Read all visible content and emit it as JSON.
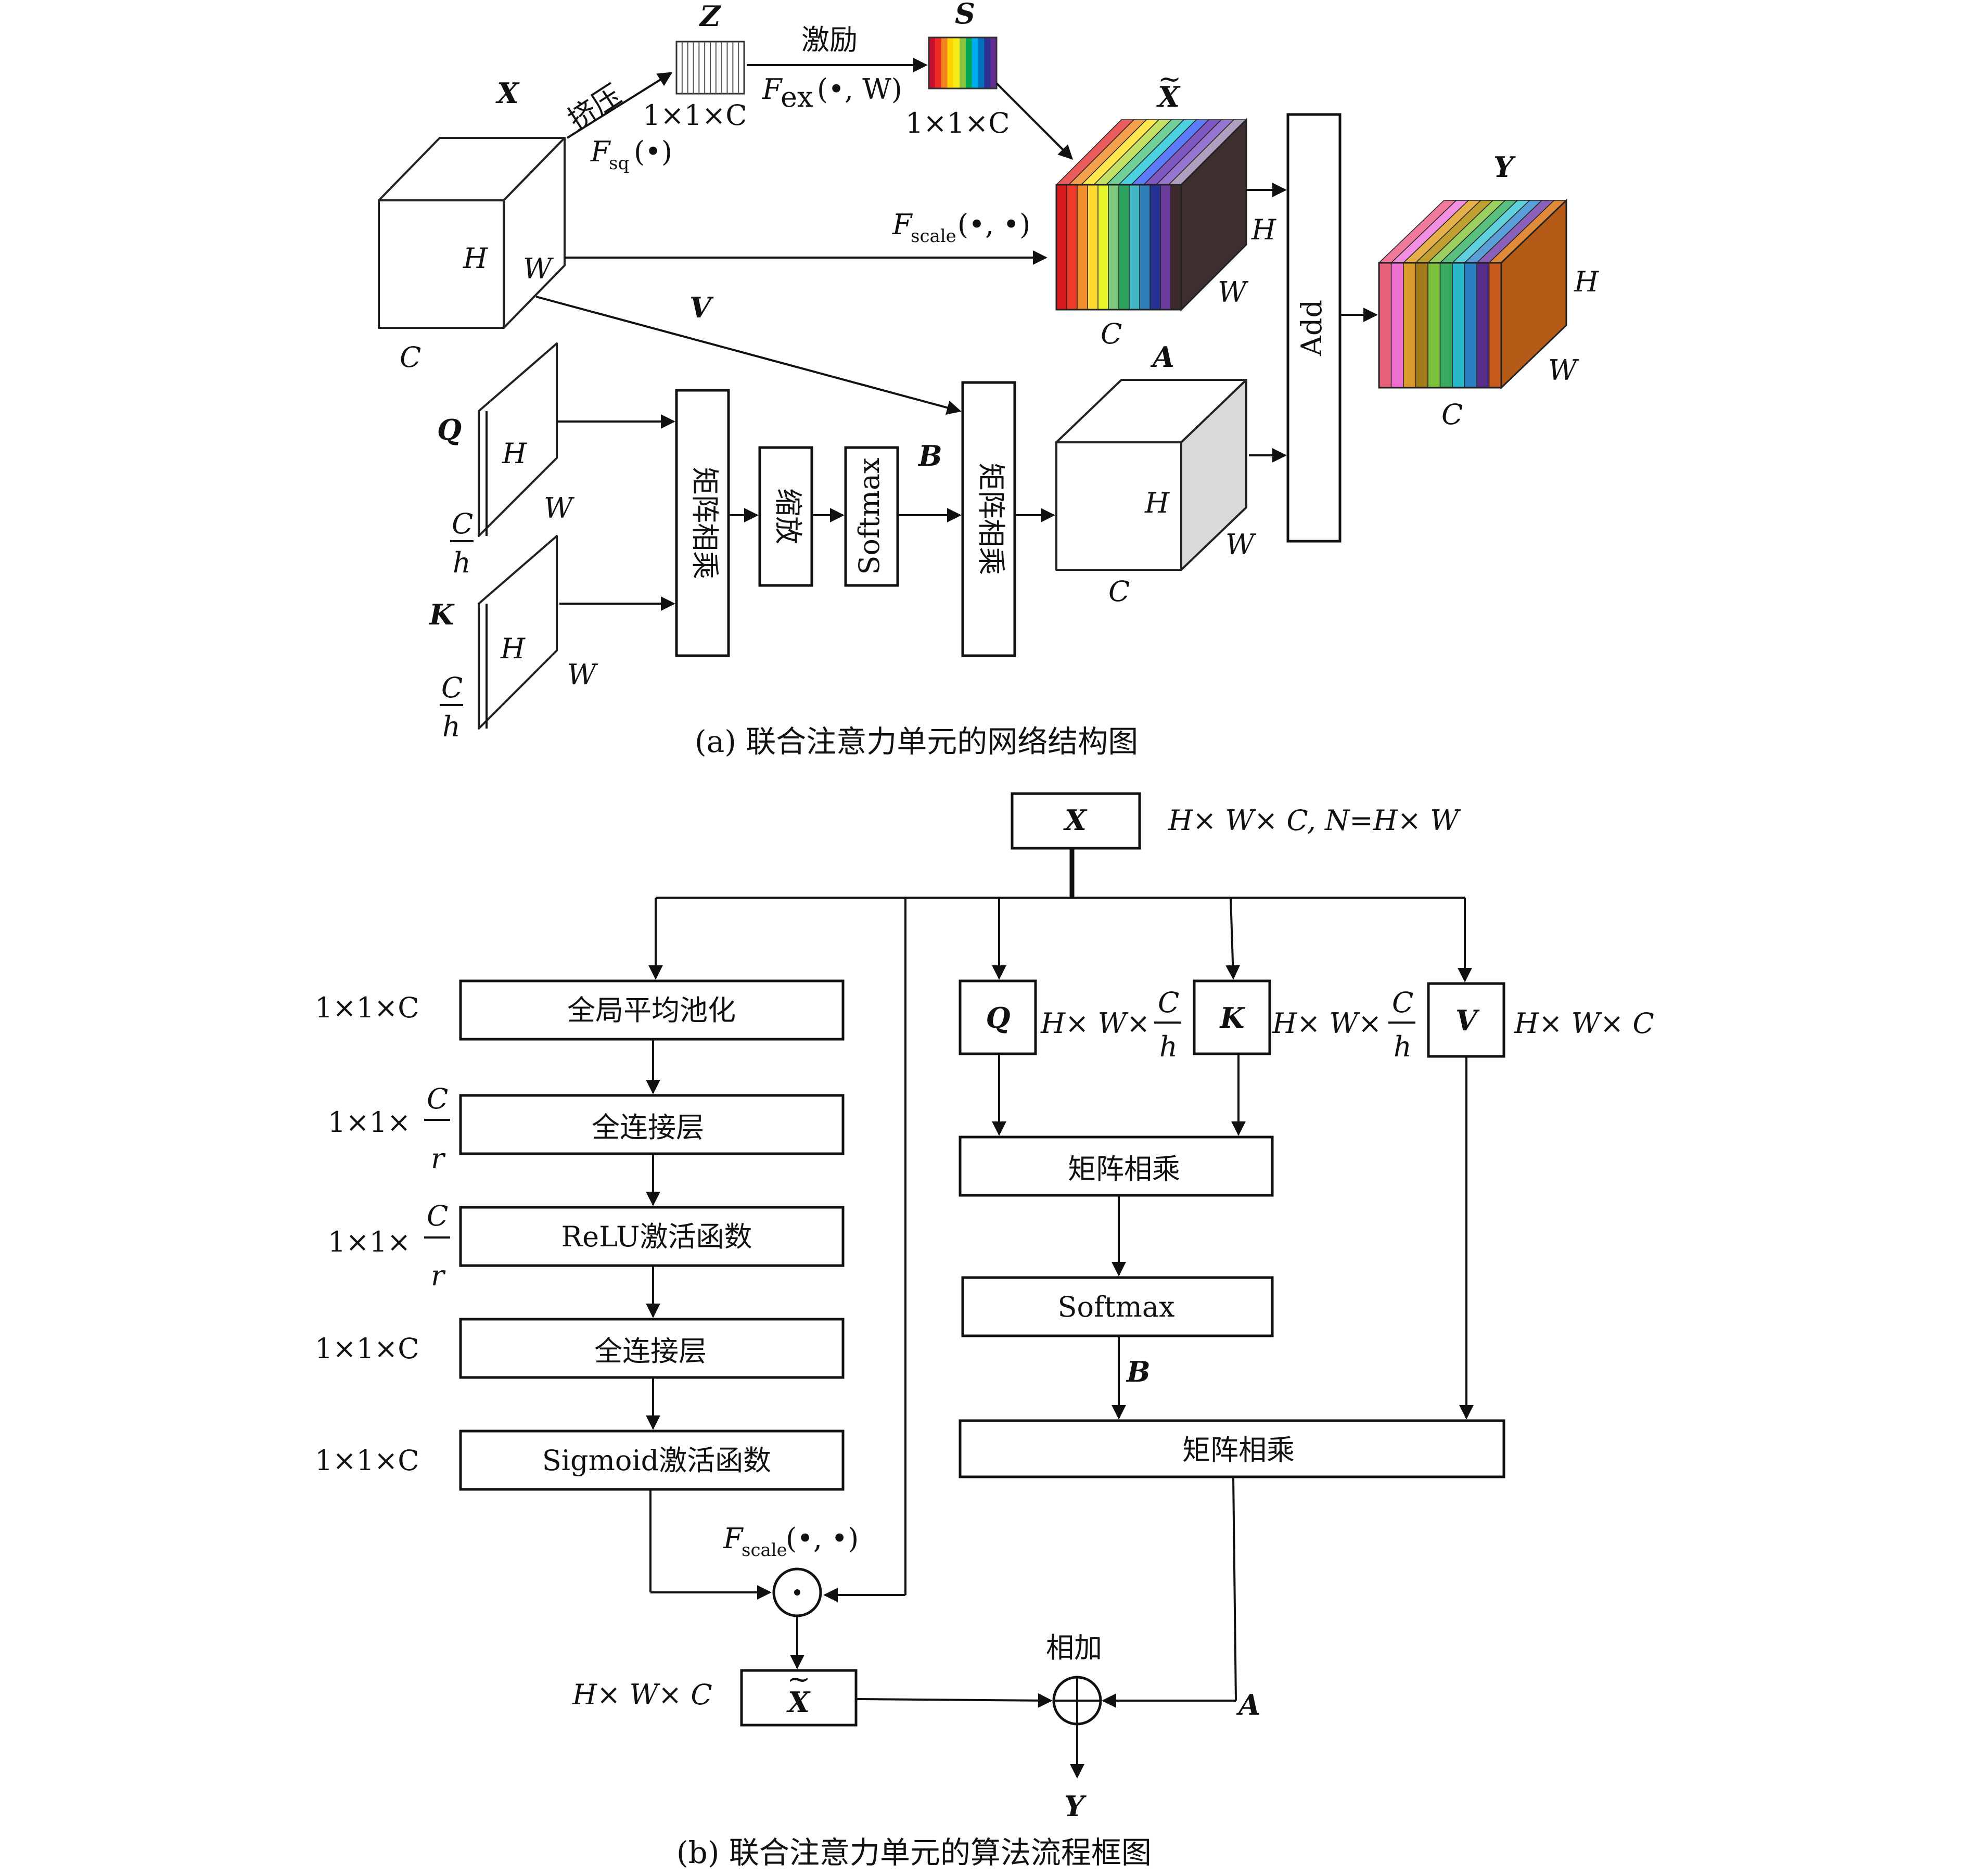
{
  "panel_a": {
    "caption": "(a) 联合注意力单元的网络结构图",
    "x_label": "X",
    "z_label": "Z",
    "s_label": "S",
    "xtilde_label": "X",
    "y_label": "Y",
    "v_label": "V",
    "a_label": "A",
    "b_label": "B",
    "q_label": "Q",
    "k_label": "K",
    "squeeze_label": "挤压",
    "excite_label": "激励",
    "f_letter": "F",
    "fsq_sub": "sq",
    "fsq_arg": "(•)",
    "fex_sub": "ex",
    "fex_arg": "(•, W)",
    "fscale_sub": "scale",
    "fscale_arg": "(•, •)",
    "z_dims": "1×1×C",
    "s_dims": "1×1×C",
    "dim_h": "H",
    "dim_w": "W",
    "dim_c": "C",
    "frac_num": "C",
    "frac_den": "h",
    "matmul1_label": "矩阵相乘",
    "scale_label": "缩放",
    "softmax_label": "Softmax",
    "matmul2_label": "矩阵相乘",
    "add_label": "Add",
    "colors": {
      "excitation_strip": [
        "#c8102e",
        "#ee2a24",
        "#f58220",
        "#ffd200",
        "#f4eb1a",
        "#8cc63f",
        "#00a651",
        "#00aeef",
        "#0072bc",
        "#2e3192",
        "#662d91"
      ],
      "xtilde_front": [
        "#d7191c",
        "#ef3b2c",
        "#f28e2b",
        "#ffd92f",
        "#e6f52a",
        "#7fc97f",
        "#2ca25f",
        "#41b6c4",
        "#2c7fb8",
        "#253494",
        "#6a3d9a",
        "#3d2b2b"
      ],
      "xtilde_top": [
        "#e85c5c",
        "#f6a04d",
        "#fde74c",
        "#c3e166",
        "#6fcf97",
        "#4dd0e1",
        "#5c7cfa",
        "#7e57c2",
        "#9575cd",
        "#b0a0c0"
      ],
      "xtilde_side": "#3d2f2f",
      "y_front": [
        "#e8617a",
        "#ef6fd0",
        "#d99a2b",
        "#a37a1a",
        "#7bbf3a",
        "#3aaa5f",
        "#28b8c8",
        "#2a7fc0",
        "#5a2d8a",
        "#c55a1a"
      ],
      "y_top": [
        "#f07a9a",
        "#f28fe0",
        "#e6b04a",
        "#c0a030",
        "#9bd060",
        "#59c07f",
        "#60d0dc",
        "#5a9fd8",
        "#8a60b8",
        "#e08a3a"
      ],
      "y_side": "#b55a17",
      "a_side": "#d9d9d9"
    }
  },
  "panel_b": {
    "caption": "(b) 联合注意力单元的算法流程框图",
    "x_box": "X",
    "x_dims": "H× W× C, N=H× W",
    "gap": "全局平均池化",
    "fc1": "全连接层",
    "relu": "ReLU激活函数",
    "fc2": "全连接层",
    "sigmoid": "Sigmoid激活函数",
    "dim_gap": "1×1×C",
    "dim_fc1_pre": "1×1×",
    "dim_relu_pre": "1×1×",
    "dim_fc2": "1×1×C",
    "dim_sig": "1×1×C",
    "frac_r_num": "C",
    "frac_r_den": "r",
    "q_box": "Q",
    "k_box": "K",
    "v_box": "V",
    "qk_dim_pre": "H× W×",
    "frac_h_num": "C",
    "frac_h_den": "h",
    "v_dim": "H× W× C",
    "matmul1": "矩阵相乘",
    "softmax": "Softmax",
    "b_label": "B",
    "matmul2": "矩阵相乘",
    "f_letter": "F",
    "fscale_sub": "scale",
    "fscale_arg": "(•, •)",
    "odot": "⊙",
    "xtilde_box": "X",
    "xtilde_dims": "H× W× C",
    "add_label": "相加",
    "oplus": "⊕",
    "a_label": "A",
    "y_label": "Y"
  }
}
